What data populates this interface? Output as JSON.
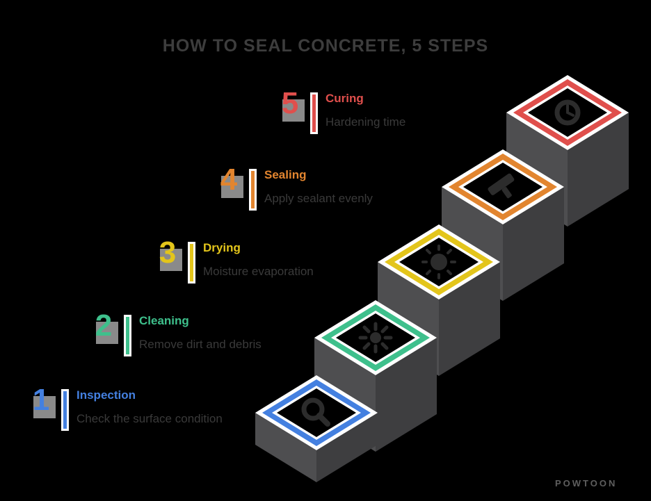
{
  "title": "HOW TO SEAL CONCRETE, 5 STEPS",
  "watermark": "POWTOON",
  "steps": [
    {
      "number": "1",
      "label": "Inspection",
      "description": "Check the surface condition",
      "color": "#4480e0",
      "icon": "magnifier-icon"
    },
    {
      "number": "2",
      "label": "Cleaning",
      "description": "Remove dirt and debris",
      "color": "#3ec08c",
      "icon": "spray-burst-icon"
    },
    {
      "number": "3",
      "label": "Drying",
      "description": "Moisture evaporation",
      "color": "#e3c51b",
      "icon": "sun-icon"
    },
    {
      "number": "4",
      "label": "Sealing",
      "description": "Apply sealant evenly",
      "color": "#e2852f",
      "icon": "paint-roller-icon"
    },
    {
      "number": "5",
      "label": "Curing",
      "description": "Hardening time",
      "color": "#e04f4c",
      "icon": "clock-icon"
    }
  ],
  "colors": {
    "background": "#000000",
    "title_text": "#3d3d3d",
    "description_text": "#3a3a3a",
    "platform_front": "#4e4e50",
    "platform_side": "#3e3e40",
    "diamond_border": "#ffffff",
    "diamond_center": "#000000",
    "icon": "#2c2c2c",
    "number_shadow": "#8a8a8a",
    "watermark": "#5e5e5e"
  }
}
